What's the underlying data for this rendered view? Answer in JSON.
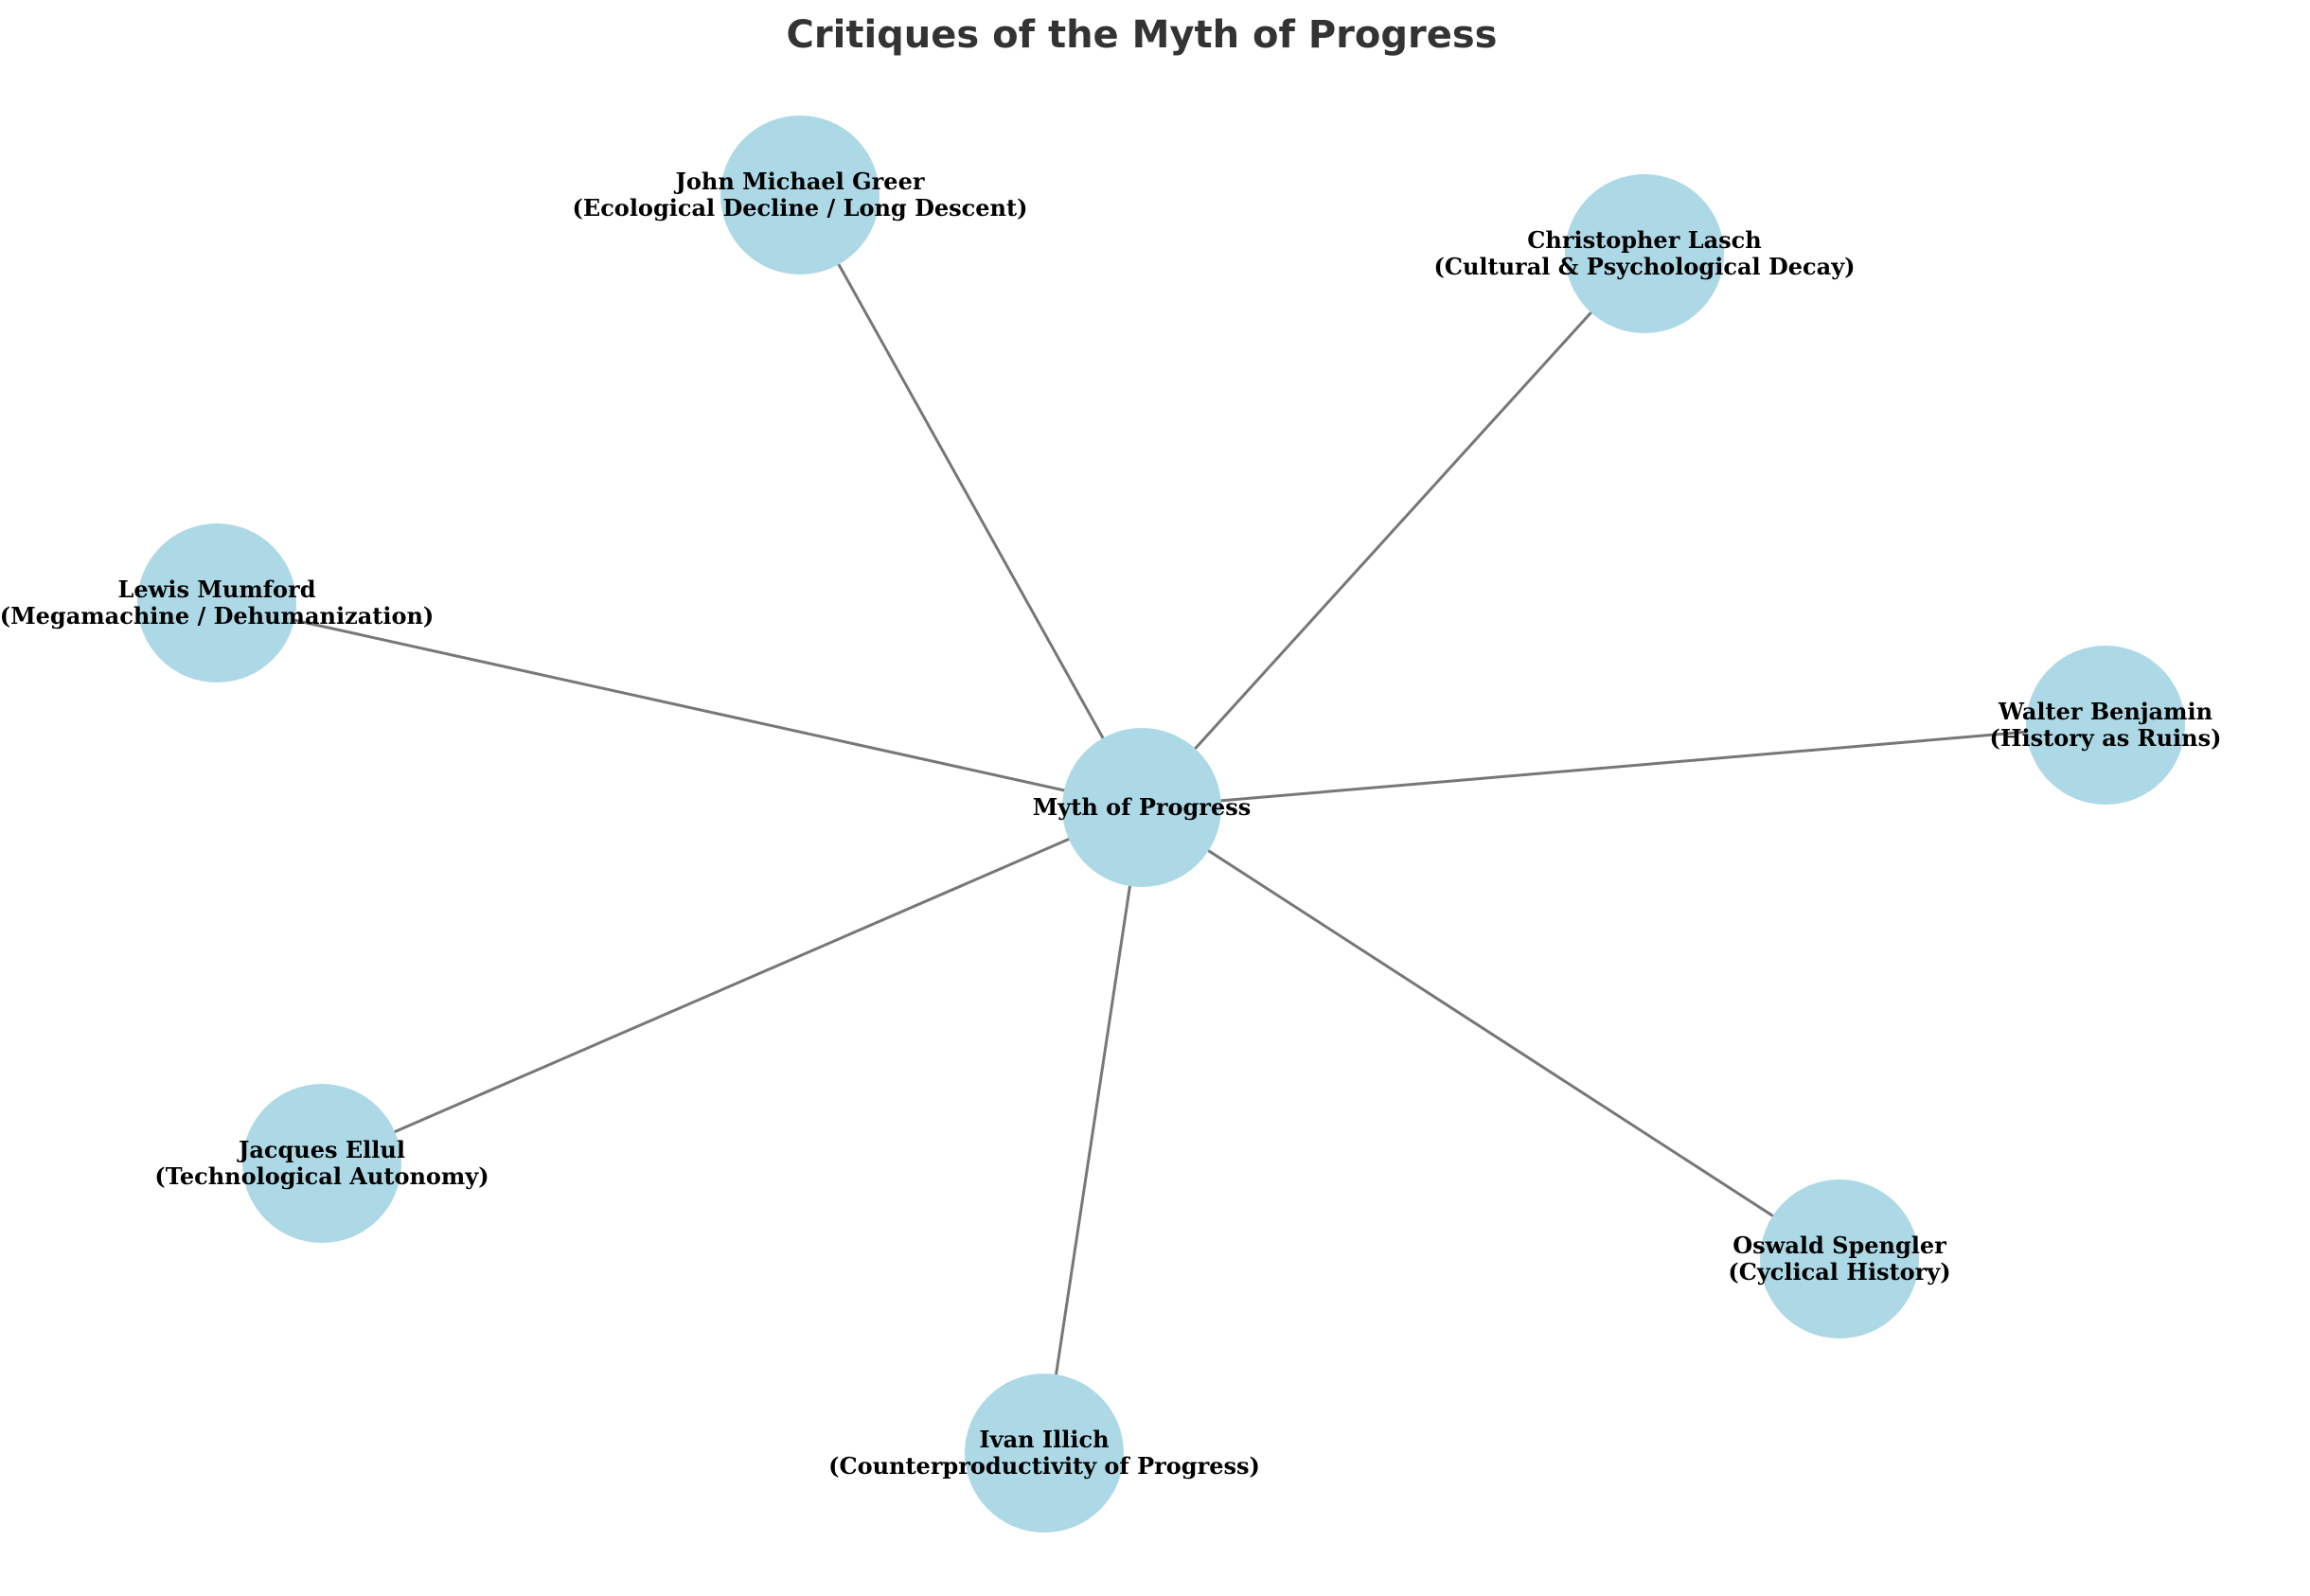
{
  "title": "Critiques of the Myth of Progress",
  "colors": {
    "node_fill": "#ADD8E6",
    "edge": "#777777",
    "title": "#333333",
    "label": "#000000",
    "background": "#FFFFFF"
  },
  "center_node": {
    "id": "myth",
    "lines": [
      "Myth of Progress"
    ]
  },
  "nodes": [
    {
      "id": "greer",
      "lines": [
        "John Michael Greer",
        "(Ecological Decline / Long Descent)"
      ]
    },
    {
      "id": "lasch",
      "lines": [
        "Christopher Lasch",
        "(Cultural & Psychological Decay)"
      ]
    },
    {
      "id": "mumford",
      "lines": [
        "Lewis Mumford",
        "(Megamachine / Dehumanization)"
      ]
    },
    {
      "id": "benjamin",
      "lines": [
        "Walter Benjamin",
        "(History as Ruins)"
      ]
    },
    {
      "id": "ellul",
      "lines": [
        "Jacques Ellul",
        "(Technological Autonomy)"
      ]
    },
    {
      "id": "spengler",
      "lines": [
        "Oswald Spengler",
        "(Cyclical History)"
      ]
    },
    {
      "id": "illich",
      "lines": [
        "Ivan Illich",
        "(Counterproductivity of Progress)"
      ]
    }
  ],
  "edges": [
    [
      "myth",
      "greer"
    ],
    [
      "myth",
      "lasch"
    ],
    [
      "myth",
      "mumford"
    ],
    [
      "myth",
      "benjamin"
    ],
    [
      "myth",
      "ellul"
    ],
    [
      "myth",
      "spengler"
    ],
    [
      "myth",
      "illich"
    ]
  ]
}
